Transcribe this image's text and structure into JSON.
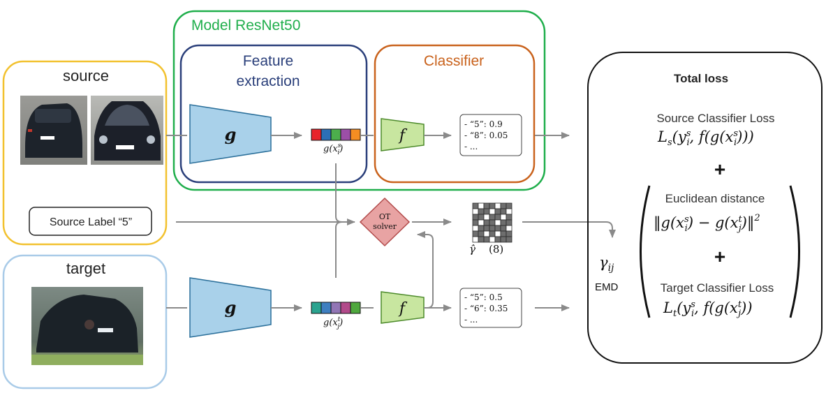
{
  "source": {
    "title": "source",
    "label_box": "Source Label “5”"
  },
  "target": {
    "title": "target"
  },
  "model": {
    "title": "Model ResNet50",
    "feature_extraction": [
      "Feature",
      "extraction"
    ],
    "classifier": "Classifier"
  },
  "nodes": {
    "g_source": "g",
    "g_target": "g",
    "f_source": "f",
    "f_target": "f",
    "feature_source_label": {
      "fn": "g(x",
      "base": "i",
      "sup": "s",
      "close": ")"
    },
    "feature_target_label": {
      "fn": "g(x",
      "base": "j",
      "sup": "t",
      "close": ")"
    },
    "ot_solver": [
      "OT",
      "solver"
    ],
    "gamma_hat": "γ̂",
    "gamma_hat_ref": "(8)"
  },
  "predictions": {
    "source": [
      "- “5”: 0.9",
      "- “8”: 0.05",
      "- ..."
    ],
    "target": [
      "- “5”: 0.5",
      "- “6”: 0.35",
      "- ..."
    ]
  },
  "emd": {
    "gamma": "γ",
    "gamma_sub": "ij",
    "label": "EMD"
  },
  "loss": {
    "title": "Total loss",
    "source_term": {
      "label": "Source Classifier Loss",
      "L": "L",
      "L_sub": "s",
      "y": "y",
      "y_sub": "i",
      "y_sup": "s",
      "rest": ", f(g(x",
      "x_sub": "i",
      "x_sup": "s",
      "close": ")))"
    },
    "plus": "+",
    "distance_term": {
      "label": "Euclidean distance",
      "open": "‖g(x",
      "x1_sub": "i",
      "x1_sup": "s",
      "mid": ") − g(x",
      "x2_sub": "j",
      "x2_sup": "t",
      "close": ")‖",
      "power": "2"
    },
    "target_term": {
      "label": "Target  Classifier Loss",
      "L": "L",
      "L_sub": "t",
      "y": "y",
      "y_sub": "i",
      "y_sup": "s",
      "rest": ", f(g(x",
      "x_sub": "j",
      "x_sup": "t",
      "close": "))"
    }
  },
  "colors": {
    "source_border": "#f2c12e",
    "target_border": "#a9cbe8",
    "model_border": "#1fae4b",
    "feature_border": "#2a3f7a",
    "classifier_border": "#c9621c",
    "g_fill": "#a9d1ea",
    "f_fill": "#c8e6a0",
    "ot_fill": "#e8a3a3",
    "arrow": "#8a8a8a",
    "feature_vec_source": [
      "#e8242a",
      "#2b6fb6",
      "#4cae4c",
      "#9b4fa7",
      "#f58d22"
    ],
    "feature_vec_target": [
      "#2aa38f",
      "#3f7fc0",
      "#9276b5",
      "#b24a8a",
      "#4fa83e"
    ]
  }
}
